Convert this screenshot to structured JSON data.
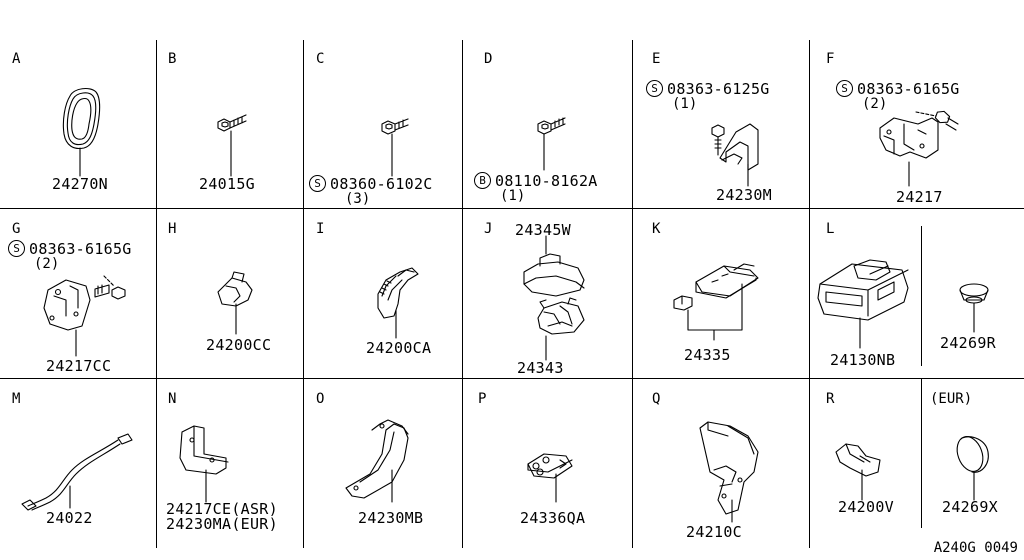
{
  "footer_code": "A240G 0049",
  "cells": {
    "A": {
      "letter": "A",
      "part": "24270N"
    },
    "B": {
      "letter": "B",
      "part": "24015G"
    },
    "C": {
      "letter": "C",
      "bolt_prefix": "S",
      "bolt": "08360-6102C",
      "qty": "(3)"
    },
    "D": {
      "letter": "D",
      "bolt_prefix": "B",
      "bolt": "08110-8162A",
      "qty": "(1)"
    },
    "E": {
      "letter": "E",
      "bolt_prefix": "S",
      "bolt": "08363-6125G",
      "qty": "(1)",
      "part": "24230M"
    },
    "F": {
      "letter": "F",
      "bolt_prefix": "S",
      "bolt": "08363-6165G",
      "qty": "(2)",
      "part": "24217"
    },
    "G": {
      "letter": "G",
      "bolt_prefix": "S",
      "bolt": "08363-6165G",
      "qty": "(2)",
      "part": "24217CC"
    },
    "H": {
      "letter": "H",
      "part": "24200CC"
    },
    "I": {
      "letter": "I",
      "part": "24200CA"
    },
    "J": {
      "letter": "J",
      "part_top": "24345W",
      "part_bottom": "24343"
    },
    "K": {
      "letter": "K",
      "part": "24335"
    },
    "L": {
      "letter": "L",
      "part": "24130NB",
      "part2": "24269R"
    },
    "M": {
      "letter": "M",
      "part": "24022"
    },
    "N": {
      "letter": "N",
      "part_line1": "24217CE(ASR)",
      "part_line2": "24230MA(EUR)"
    },
    "O": {
      "letter": "O",
      "part": "24230MB"
    },
    "P": {
      "letter": "P",
      "part": "24336QA"
    },
    "Q": {
      "letter": "Q",
      "part": "24210C"
    },
    "R": {
      "letter": "R",
      "part": "24200V"
    },
    "EUR": {
      "label": "(EUR)",
      "part": "24269X"
    }
  }
}
